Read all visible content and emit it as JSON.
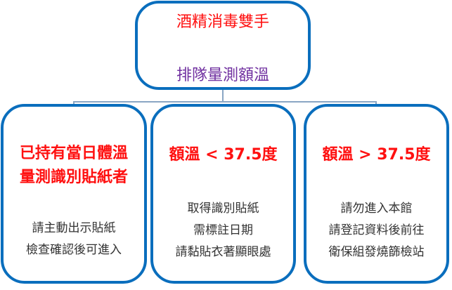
{
  "top": {
    "line1": "酒精消毒雙手",
    "line2": "排隊量測額溫"
  },
  "boxes": [
    {
      "title": [
        "已持有當日體溫",
        "量測識別貼紙者"
      ],
      "body": [
        "請主動出示貼紙",
        "檢查確認後可進入"
      ]
    },
    {
      "title": [
        "額溫 < 37.5度"
      ],
      "body": [
        "取得識別貼紙",
        "需標註日期",
        "請黏貼衣著顯眼處"
      ]
    },
    {
      "title": [
        "額溫 > 37.5度"
      ],
      "body": [
        "請勿進入本館",
        "請登記資料後前往",
        "衛保組發燒篩檢站"
      ]
    }
  ],
  "colors": {
    "border": "#0A6EBD",
    "connector": "#8AA6C4",
    "red": "#FF1010",
    "purple": "#7030A0"
  }
}
